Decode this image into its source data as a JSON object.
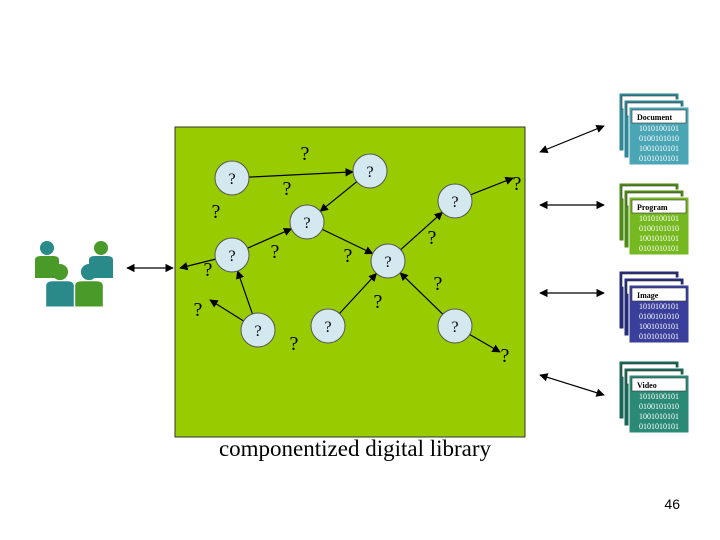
{
  "caption": "componentized digital library",
  "slide_number": "46",
  "unknown_label": "?",
  "binary_lines": [
    "1010100101",
    "0100101010",
    "1001010101",
    "0101010101"
  ],
  "resources": [
    {
      "id": "document",
      "label": "Document",
      "front": "#4aa5b5",
      "back": "#2f8694"
    },
    {
      "id": "program",
      "label": "Program",
      "front": "#76b820",
      "back": "#4e8a16"
    },
    {
      "id": "image",
      "label": "Image",
      "front": "#3a3f9c",
      "back": "#262b78"
    },
    {
      "id": "video",
      "label": "Video",
      "front": "#2a8a76",
      "back": "#1a6656"
    }
  ],
  "colors": {
    "library_box": "#99cc00",
    "node_fill": "#d4e8f0",
    "user_green": "#4a9a2a",
    "user_teal": "#2a8a8a",
    "arrow": "#000000"
  }
}
